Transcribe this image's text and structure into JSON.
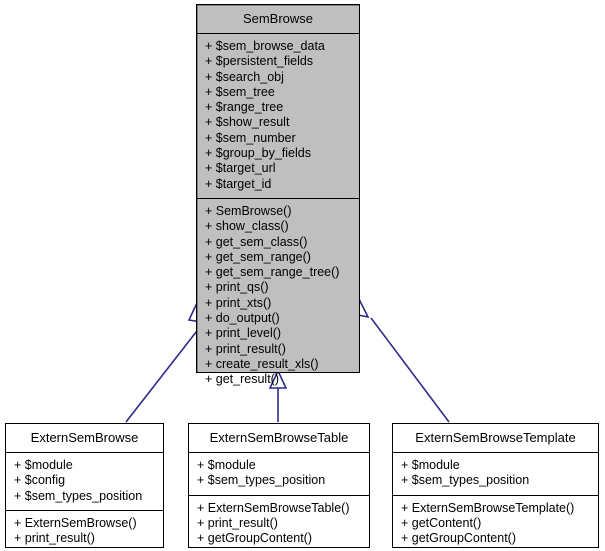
{
  "diagram": {
    "kind": "uml-class-inheritance-diagram",
    "background": "#ffffff",
    "base_fill": "#bfbfbf",
    "subclass_fill": "#ffffff",
    "border_color": "#000000",
    "edge_color": "#2b2b8c"
  },
  "base_class": {
    "name": "SemBrowse",
    "attributes": [
      "+ $sem_browse_data",
      "+ $persistent_fields",
      "+ $search_obj",
      "+ $sem_tree",
      "+ $range_tree",
      "+ $show_result",
      "+ $sem_number",
      "+ $group_by_fields",
      "+ $target_url",
      "+ $target_id"
    ],
    "methods": [
      "+ SemBrowse()",
      "+ show_class()",
      "+ get_sem_class()",
      "+ get_sem_range()",
      "+ get_sem_range_tree()",
      "+ print_qs()",
      "+ print_xts()",
      "+ do_output()",
      "+ print_level()",
      "+ print_result()",
      "+ create_result_xls()",
      "+ get_result()"
    ]
  },
  "subclasses": [
    {
      "name": "ExternSemBrowse",
      "attributes": [
        "+ $module",
        "+ $config",
        "+ $sem_types_position"
      ],
      "methods": [
        "+ ExternSemBrowse()",
        "+ print_result()"
      ]
    },
    {
      "name": "ExternSemBrowseTable",
      "attributes": [
        "+ $module",
        "+ $sem_types_position"
      ],
      "methods": [
        "+ ExternSemBrowseTable()",
        "+ print_result()",
        "+ getGroupContent()"
      ]
    },
    {
      "name": "ExternSemBrowseTemplate",
      "attributes": [
        "+ $module",
        "+ $sem_types_position"
      ],
      "methods": [
        "+ ExternSemBrowseTemplate()",
        "+ getContent()",
        "+ getGroupContent()"
      ]
    }
  ],
  "edges": [
    {
      "from": "ExternSemBrowse",
      "to": "SemBrowse",
      "type": "generalization"
    },
    {
      "from": "ExternSemBrowseTable",
      "to": "SemBrowse",
      "type": "generalization"
    },
    {
      "from": "ExternSemBrowseTemplate",
      "to": "SemBrowse",
      "type": "generalization"
    }
  ]
}
